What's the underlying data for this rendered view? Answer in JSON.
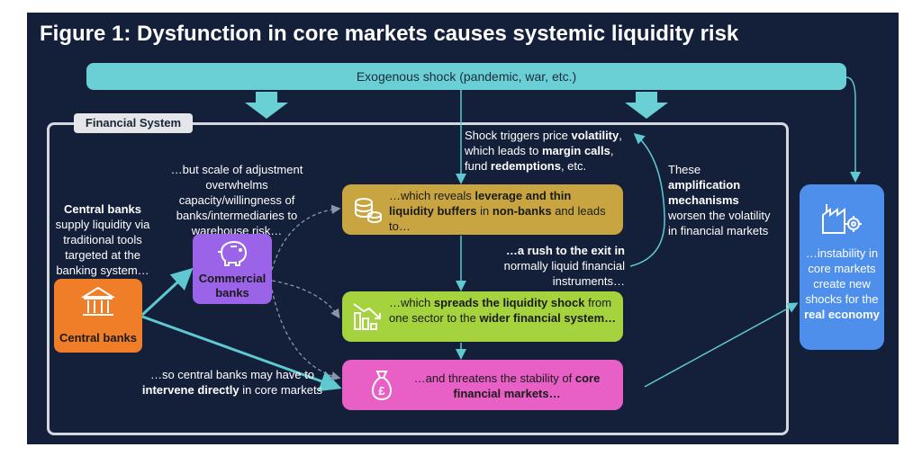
{
  "title": "Figure 1:  Dysfunction in core markets causes systemic liquidity risk",
  "shock": {
    "text": "Exogenous shock (pandemic, war, etc.)"
  },
  "financial_system": {
    "label": "Financial System"
  },
  "central_banks_note": {
    "bold": "Central banks",
    "rest": "supply liquidity via traditional tools targeted at the banking system…"
  },
  "scale_note": "…but scale of adjustment overwhelms capacity/willingness of banks/intermediaries to warehouse risk…",
  "intervene_note": {
    "pre": "…so central banks may have to ",
    "bold": "intervene directly",
    "post": " in core markets"
  },
  "volatility_note": {
    "p1": "Shock triggers price ",
    "b1": "volatility",
    "p2": ", which leads to ",
    "b2": "margin calls",
    "p3": ", fund ",
    "b3": "redemptions",
    "p4": ", etc."
  },
  "rush_note": {
    "bold": "…a rush to the exit in",
    "rest": "normally liquid financial instruments…"
  },
  "amplification_note": {
    "p1": "These",
    "bold": "amplification mechanisms",
    "p2": "worsen the volatility in financial markets"
  },
  "boxes": {
    "leverage": {
      "p1": "…which reveals ",
      "b1": "leverage and thin liquidity buffers",
      "p2": " in ",
      "b2": "non-banks",
      "p3": " and leads to…"
    },
    "spread": {
      "p1": "…which ",
      "b1": "spreads the liquidity shock",
      "p2": " from one sector to the ",
      "b2": "wider financial system…"
    },
    "core": {
      "p1": "…and threatens the stability of ",
      "b1": "core financial markets…"
    },
    "central": {
      "label": "Central banks"
    },
    "commercial": {
      "label": "Commercial banks"
    },
    "economy": {
      "p1": "…instability in core markets create new shocks for the ",
      "b1": "real economy"
    }
  },
  "colors": {
    "background": "#14203a",
    "shock": "#6bd0d6",
    "leverage": "#c8a540",
    "spread": "#a5d33d",
    "core": "#e85fc6",
    "central": "#f07d28",
    "commercial": "#9b63e8",
    "economy": "#4d8fea",
    "arrow": "#5ec9d0"
  },
  "icons": [
    "bank-icon",
    "piggy-bank-icon",
    "coins-icon",
    "falling-chart-icon",
    "money-bag-icon",
    "factory-gear-icon"
  ]
}
